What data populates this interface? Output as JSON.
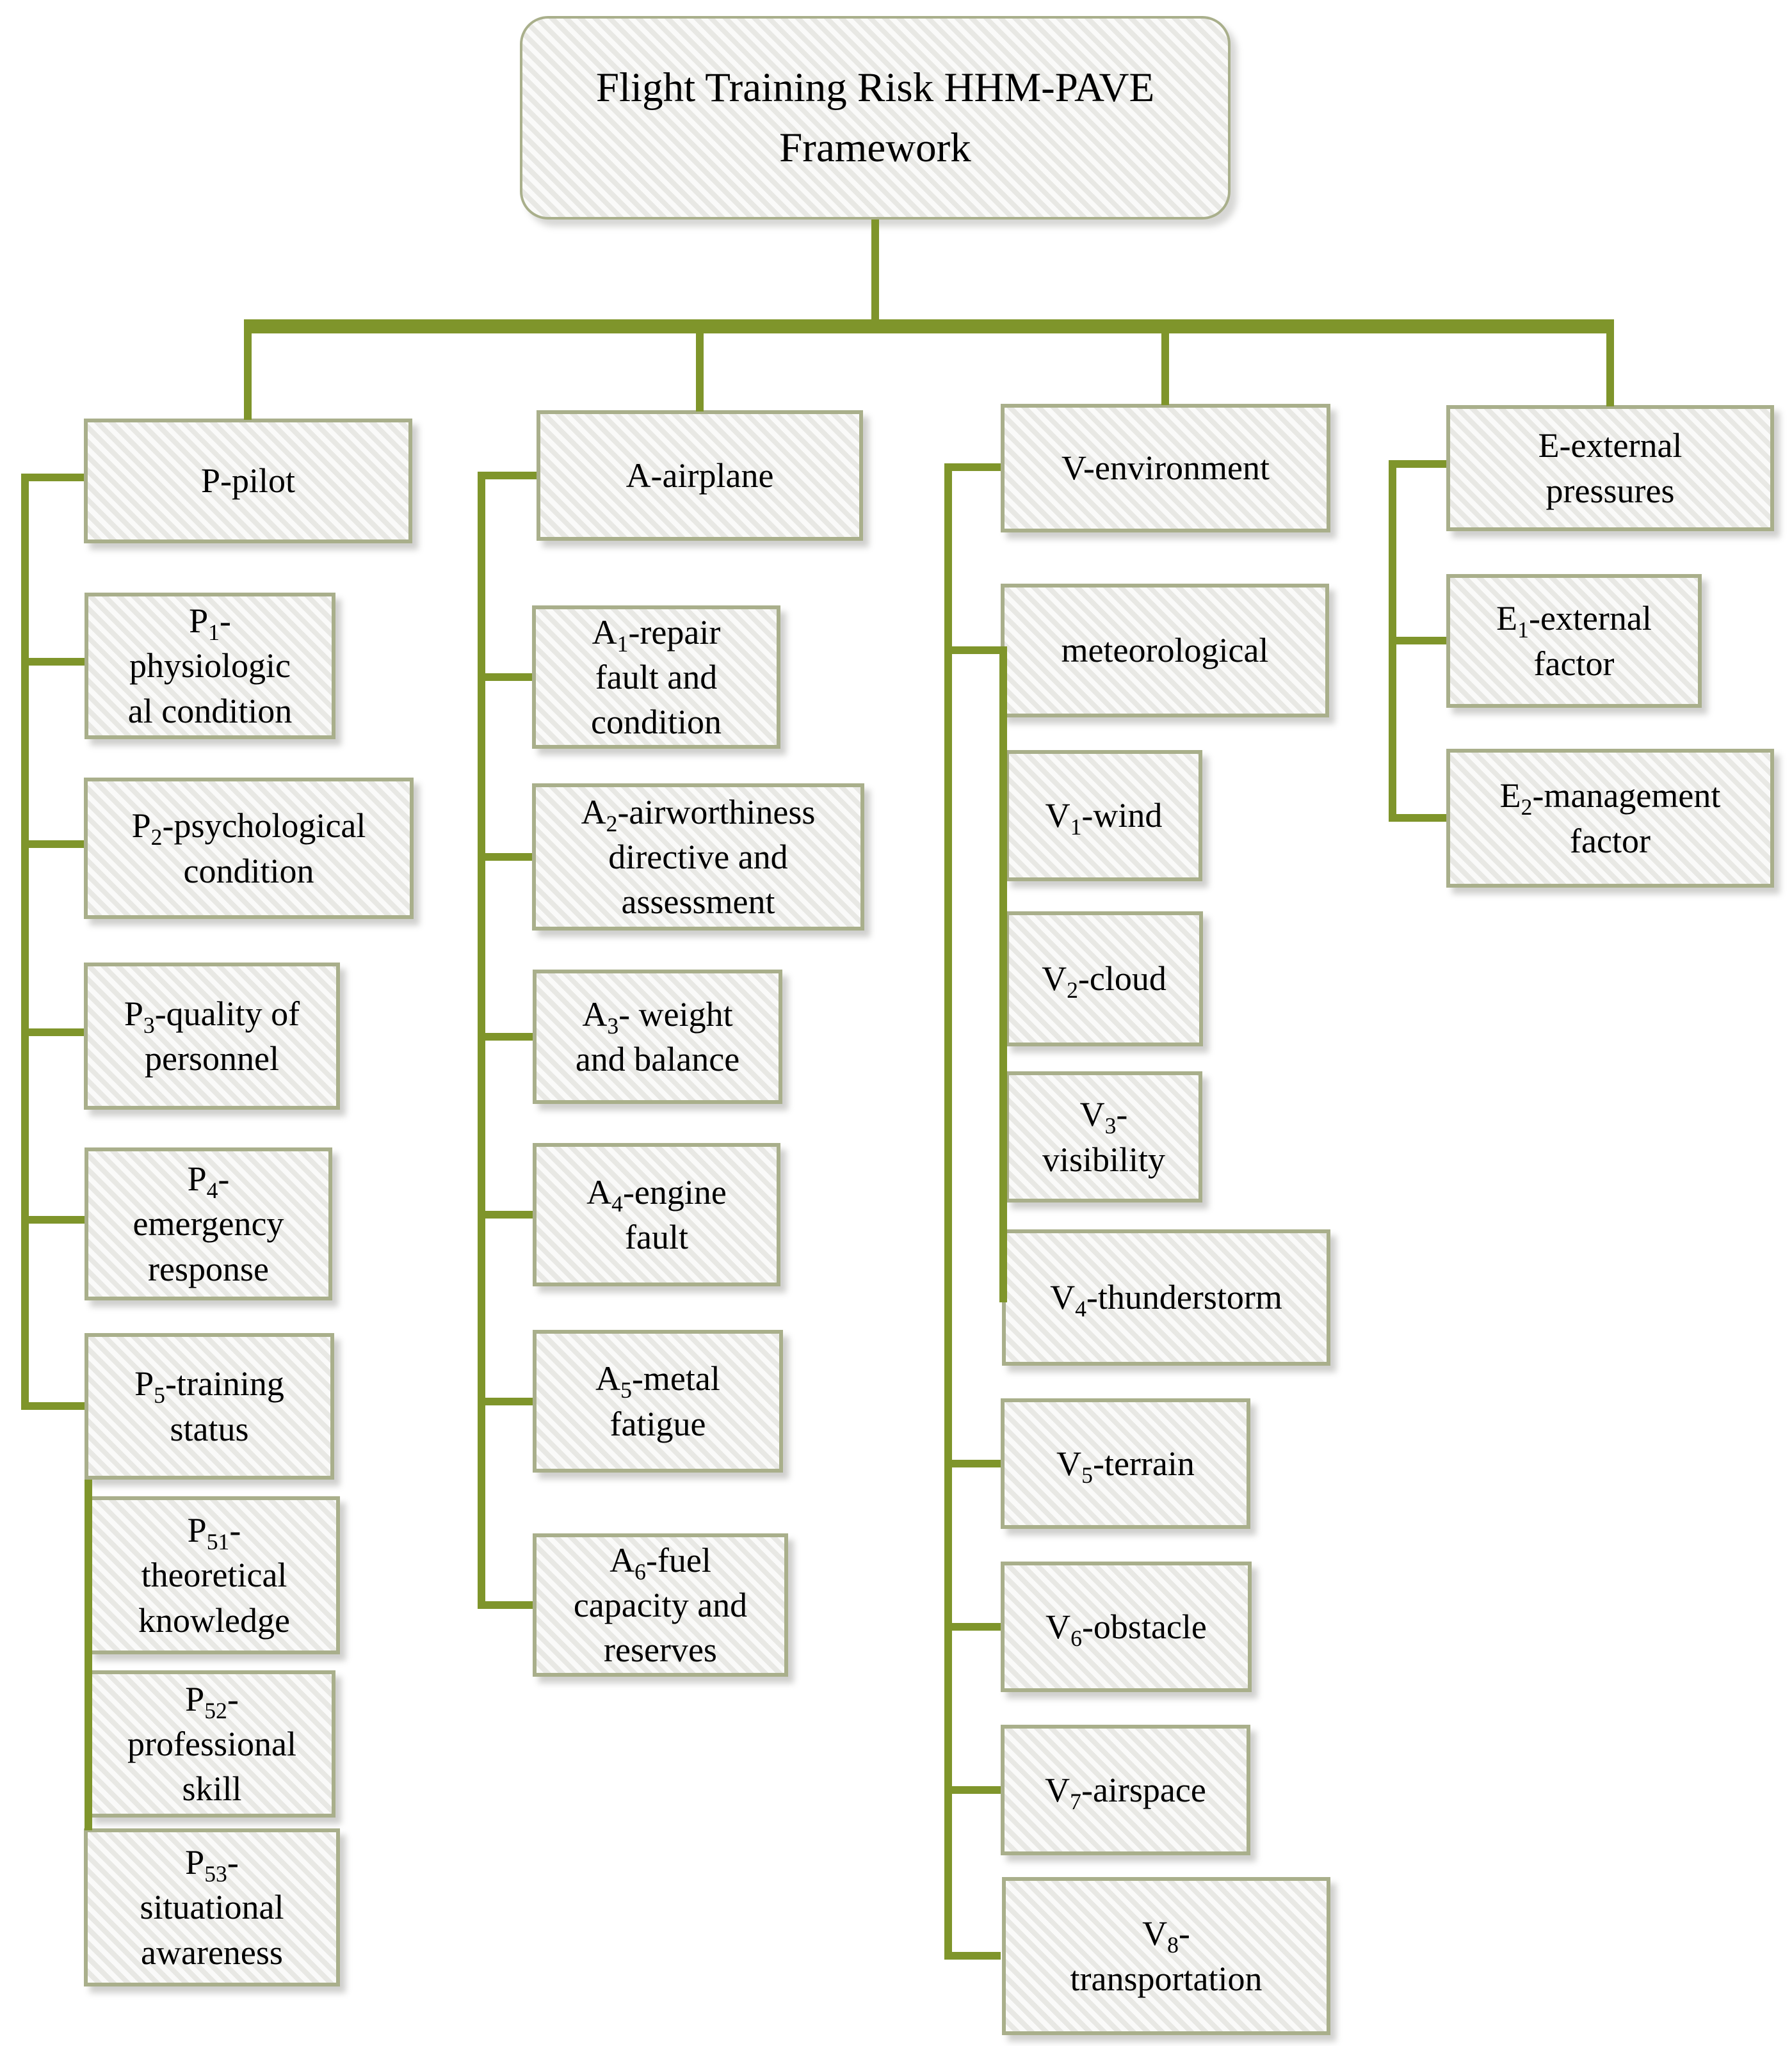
{
  "diagram": {
    "title": "Flight Training Risk HHM-PAVE\nFramework",
    "colors": {
      "connector_green": "#7f952b",
      "box_border": "#a9af8b",
      "box_fill": "#f2f2f0",
      "text": "#000000",
      "background": "#ffffff"
    },
    "nodes": [
      {
        "id": "P",
        "parent": "root",
        "label": "P-pilot"
      },
      {
        "id": "P1",
        "parent": "P",
        "label": "P_1_-\nphysiologic\nal condition"
      },
      {
        "id": "P2",
        "parent": "P",
        "label": "P_2_-psychological\ncondition"
      },
      {
        "id": "P3",
        "parent": "P",
        "label": "P_3_-quality of\npersonnel"
      },
      {
        "id": "P4",
        "parent": "P",
        "label": "P_4_-\nemergency\nresponse"
      },
      {
        "id": "P5",
        "parent": "P",
        "label": "P_5_-training\nstatus"
      },
      {
        "id": "P51",
        "parent": "P5",
        "label": "P_51_-\ntheoretical\nknowledge"
      },
      {
        "id": "P52",
        "parent": "P5",
        "label": "P_52_-\nprofessional\nskill"
      },
      {
        "id": "P53",
        "parent": "P5",
        "label": "P_53_-\nsituational\nawareness"
      },
      {
        "id": "A",
        "parent": "root",
        "label": "A-airplane"
      },
      {
        "id": "A1",
        "parent": "A",
        "label": "A_1_-repair\nfault and\ncondition"
      },
      {
        "id": "A2",
        "parent": "A",
        "label": "A_2_-airworthiness\ndirective and\nassessment"
      },
      {
        "id": "A3",
        "parent": "A",
        "label": "A_3_- weight\nand balance"
      },
      {
        "id": "A4",
        "parent": "A",
        "label": "A_4_-engine\nfault"
      },
      {
        "id": "A5",
        "parent": "A",
        "label": "A_5_-metal\nfatigue"
      },
      {
        "id": "A6",
        "parent": "A",
        "label": "A_6_-fuel\ncapacity and\nreserves"
      },
      {
        "id": "V",
        "parent": "root",
        "label": "V-environment"
      },
      {
        "id": "MET",
        "parent": "V",
        "label": "meteorological"
      },
      {
        "id": "V1",
        "parent": "MET",
        "label": "V_1_-wind"
      },
      {
        "id": "V2",
        "parent": "MET",
        "label": "V_2_-cloud"
      },
      {
        "id": "V3",
        "parent": "MET",
        "label": "V_3_-\nvisibility"
      },
      {
        "id": "V4",
        "parent": "MET",
        "label": "V_4_-thunderstorm"
      },
      {
        "id": "V5",
        "parent": "V",
        "label": "V_5_-terrain"
      },
      {
        "id": "V6",
        "parent": "V",
        "label": "V_6_-obstacle"
      },
      {
        "id": "V7",
        "parent": "V",
        "label": "V_7_-airspace"
      },
      {
        "id": "V8",
        "parent": "V",
        "label": "V_8_-\ntransportation"
      },
      {
        "id": "E",
        "parent": "root",
        "label": "E-external\npressures"
      },
      {
        "id": "E1",
        "parent": "E",
        "label": "E_1_-external\nfactor"
      },
      {
        "id": "E2",
        "parent": "E",
        "label": "E_2_-management\nfactor"
      }
    ]
  }
}
